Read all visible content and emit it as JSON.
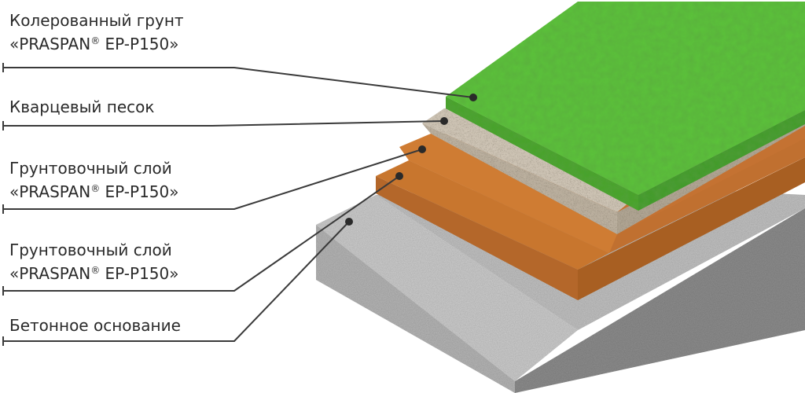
{
  "layers": [
    {
      "line1": "Колерованный грунт",
      "product": "«PRASPAN",
      "mark": "®",
      "code": " EP-P150»"
    },
    {
      "line1": "Кварцевый песок"
    },
    {
      "line1": "Грунтовочный слой",
      "product": "«PRASPAN",
      "mark": "®",
      "code": " EP-P150»"
    },
    {
      "line1": "Грунтовочный слой",
      "product": "«PRASPAN",
      "mark": "®",
      "code": " EP-P150»"
    },
    {
      "line1": "Бетонное основание"
    }
  ],
  "colors": {
    "text": "#2a2a2a",
    "leader": "#3a3a3a",
    "green_top": "#5cc33a",
    "green_side": "#3f9a2a",
    "sand": "#c9bfb0",
    "primer": "#c8762e",
    "primer_dark": "#a85f22",
    "concrete_top": "#cfcfcf",
    "concrete_side": "#8f8f8f"
  }
}
